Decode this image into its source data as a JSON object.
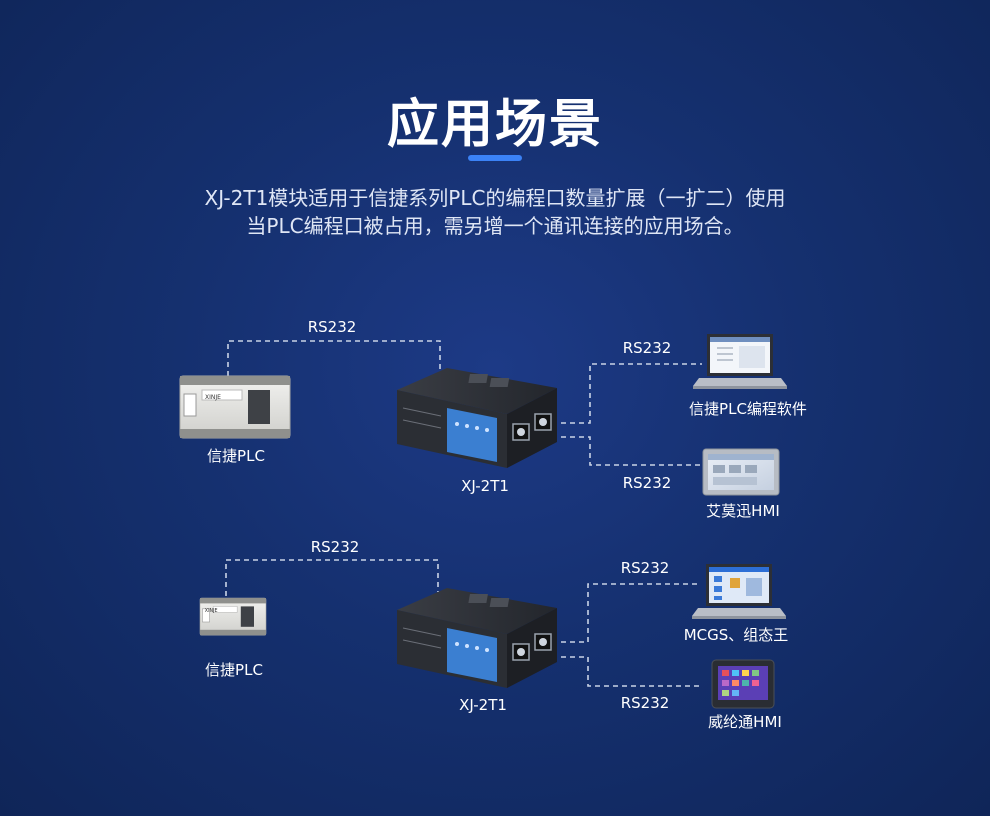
{
  "header": {
    "title": "应用场景",
    "description_line1": "XJ-2T1模块适用于信捷系列PLC的编程口数量扩展（一扩二）使用",
    "description_line2": "当PLC编程口被占用，需另增一个通讯连接的应用场合。"
  },
  "colors": {
    "accent": "#3b82f6",
    "line": "#c9d3e6",
    "module_blue": "#3b7fd1"
  },
  "scenario1": {
    "plc_label": "信捷PLC",
    "plc_brand": "XINJE",
    "link_plc": "RS232",
    "module_label": "XJ-2T1",
    "link_top": "RS232",
    "device_top_label": "信捷PLC编程软件",
    "link_bottom": "RS232",
    "device_bottom_label": "艾莫迅HMI"
  },
  "scenario2": {
    "plc_label": "信捷PLC",
    "plc_brand": "XINJE",
    "link_plc": "RS232",
    "module_label": "XJ-2T1",
    "link_top": "RS232",
    "device_top_label": "MCGS、组态王",
    "link_bottom": "RS232",
    "device_bottom_label": "威纶通HMI"
  }
}
